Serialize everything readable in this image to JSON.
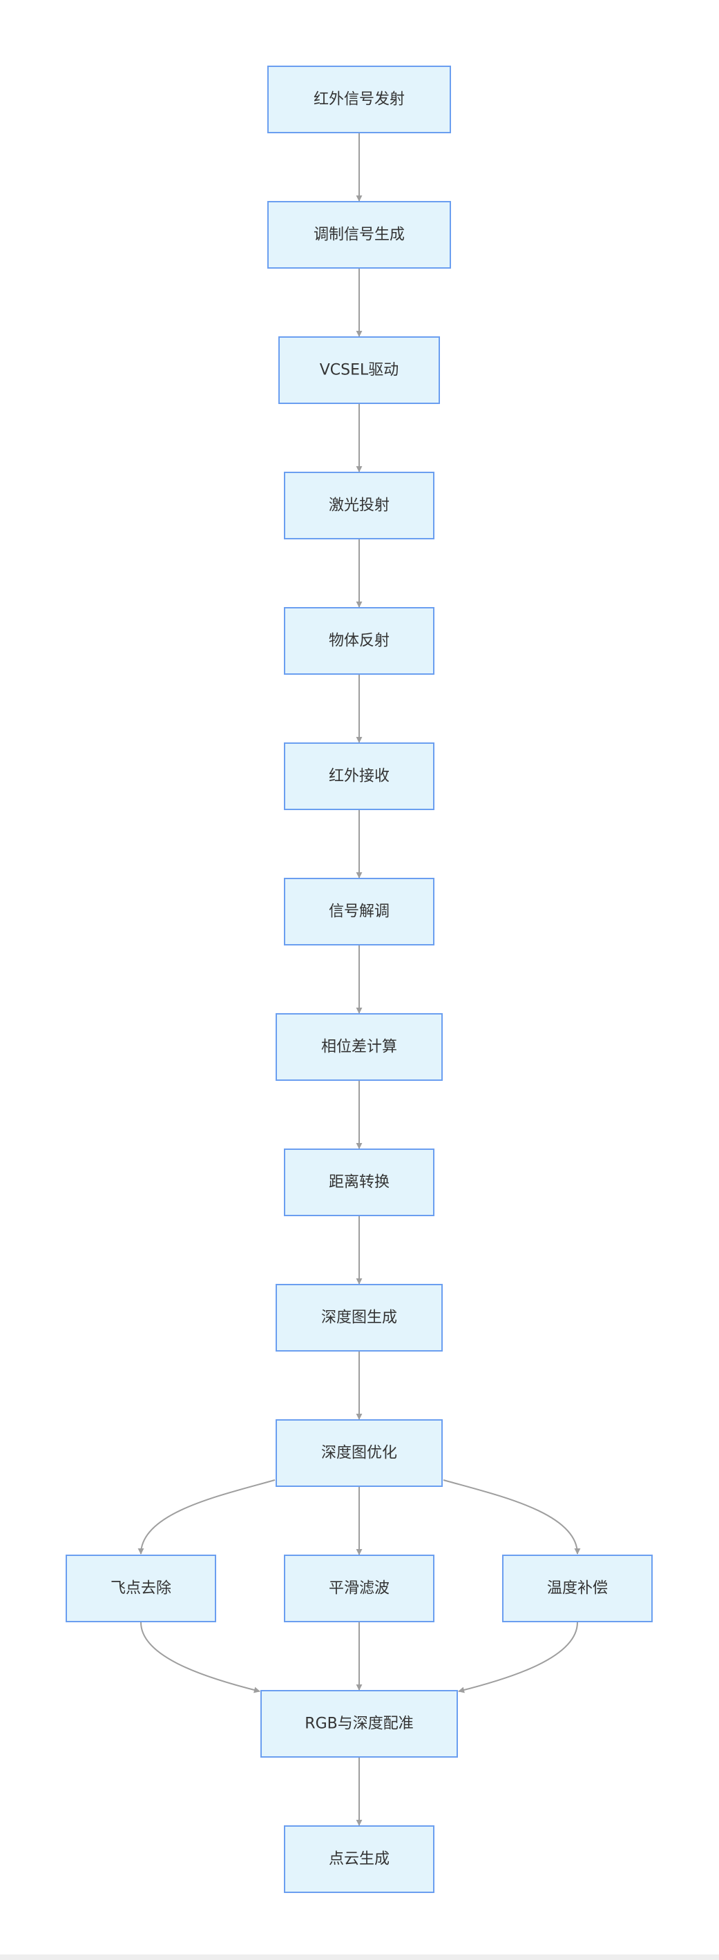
{
  "flowchart": {
    "nodes": [
      {
        "id": "n1",
        "label": "红外信号发射"
      },
      {
        "id": "n2",
        "label": "调制信号生成"
      },
      {
        "id": "n3",
        "label": "VCSEL驱动"
      },
      {
        "id": "n4",
        "label": "激光投射"
      },
      {
        "id": "n5",
        "label": "物体反射"
      },
      {
        "id": "n6",
        "label": "红外接收"
      },
      {
        "id": "n7",
        "label": "信号解调"
      },
      {
        "id": "n8",
        "label": "相位差计算"
      },
      {
        "id": "n9",
        "label": "距离转换"
      },
      {
        "id": "n10",
        "label": "深度图生成"
      },
      {
        "id": "n11",
        "label": "深度图优化"
      },
      {
        "id": "n12",
        "label": "飞点去除"
      },
      {
        "id": "n13",
        "label": "平滑滤波"
      },
      {
        "id": "n14",
        "label": "温度补偿"
      },
      {
        "id": "n15",
        "label": "RGB与深度配准"
      },
      {
        "id": "n16",
        "label": "点云生成"
      }
    ],
    "edges": [
      {
        "from": "n1",
        "to": "n2"
      },
      {
        "from": "n2",
        "to": "n3"
      },
      {
        "from": "n3",
        "to": "n4"
      },
      {
        "from": "n4",
        "to": "n5"
      },
      {
        "from": "n5",
        "to": "n6"
      },
      {
        "from": "n6",
        "to": "n7"
      },
      {
        "from": "n7",
        "to": "n8"
      },
      {
        "from": "n8",
        "to": "n9"
      },
      {
        "from": "n9",
        "to": "n10"
      },
      {
        "from": "n10",
        "to": "n11"
      },
      {
        "from": "n11",
        "to": "n12"
      },
      {
        "from": "n11",
        "to": "n13"
      },
      {
        "from": "n11",
        "to": "n14"
      },
      {
        "from": "n12",
        "to": "n15"
      },
      {
        "from": "n13",
        "to": "n15"
      },
      {
        "from": "n14",
        "to": "n15"
      },
      {
        "from": "n15",
        "to": "n16"
      }
    ],
    "colors": {
      "node_fill": "#e3f4fc",
      "node_border": "#6a9ef0",
      "edge": "#9e9e9e",
      "text": "#333333"
    }
  }
}
